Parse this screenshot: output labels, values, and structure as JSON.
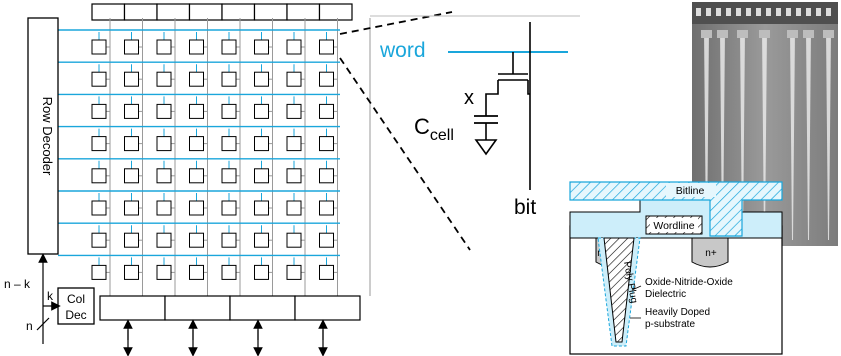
{
  "array": {
    "row_decoder_label": "Row Decoder",
    "col_dec_line1": "Col",
    "col_dec_line2": "Dec",
    "n_minus_k": "n – k",
    "k": "k",
    "n": "n",
    "rows": 8,
    "cols": 8
  },
  "cell": {
    "word": "word",
    "bit": "bit",
    "x": "x",
    "c": "C",
    "cell_sub": "cell"
  },
  "cross_section": {
    "bitline": "Bitline",
    "wordline": "Wordline",
    "n_plus_left": "n+",
    "n_plus_right": "n+",
    "poly_plug": "Poly Plug",
    "dielectric_line1": "Oxide-Nitride-Oxide",
    "dielectric_line2": "Dielectric",
    "substrate_line1": "Heavily Doped",
    "substrate_line2": "p-substrate"
  },
  "colors": {
    "wire_blue": "#1aa6db",
    "light_blue": "#cdeefa",
    "line_gray": "#9a9a9a"
  }
}
